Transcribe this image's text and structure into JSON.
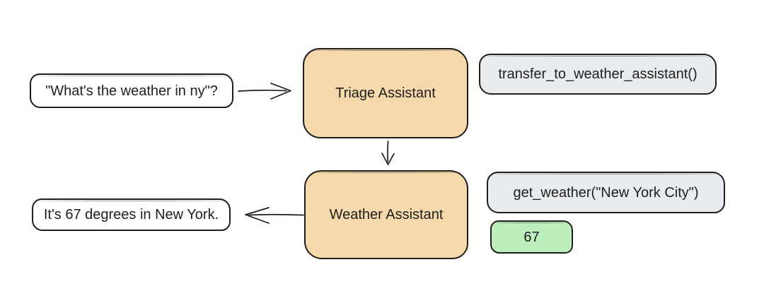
{
  "colors": {
    "stroke": "#1e1e1e",
    "agent_fill": "#f6d9ab",
    "tool_call_fill": "#e9ecef",
    "result_fill": "#bdefbc",
    "message_fill": "#ffffff",
    "background": "#ffffff"
  },
  "nodes": {
    "user_query": {
      "text": "\"What's the weather in ny\"?"
    },
    "triage_agent": {
      "label": "Triage Assistant"
    },
    "transfer_call": {
      "label": "transfer_to_weather_assistant()"
    },
    "weather_agent": {
      "label": "Weather Assistant"
    },
    "get_weather_call": {
      "label": "get_weather(\"New York City\")"
    },
    "weather_result": {
      "value": "67"
    },
    "final_response": {
      "text": "It's 67 degrees in New York."
    }
  },
  "arrows": {
    "query_to_triage": {
      "direction": "right"
    },
    "triage_to_weather": {
      "direction": "down"
    },
    "weather_to_response": {
      "direction": "left"
    }
  }
}
